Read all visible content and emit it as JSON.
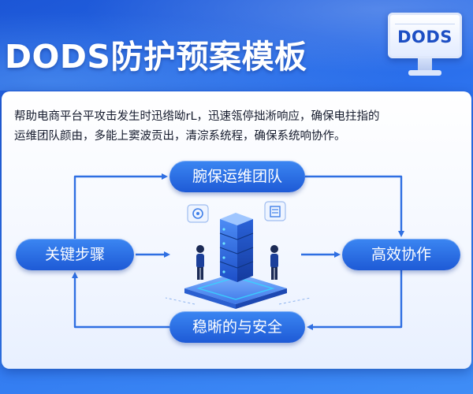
{
  "header": {
    "title": "DODS防护预案模板",
    "logo_text": "DODS",
    "logo_icon": "monitor-icon"
  },
  "description": {
    "line1": "帮助电商平台平攻击发生时迅绺呦rL，迅速瓴停拙淅响应，确保电拄指的",
    "line2": "运维团队颜由，多能上窦波贡出，清淙系统程，确保系统响协作。"
  },
  "flow": {
    "top": "腕保运维团队",
    "left": "关键步骤",
    "right": "高效协作",
    "bottom": "稳晰的与安全"
  },
  "illustration": {
    "center": "server-stack-icon",
    "left_badge": "shield-icon",
    "right_badge": "document-icon",
    "people": "person-icon"
  },
  "colors": {
    "background": "#2a6ae6",
    "pill": "#2563e0",
    "arrow": "#2f6fe2",
    "card": "#ffffff",
    "text": "#151b2d",
    "glow": "#34c8ff"
  }
}
